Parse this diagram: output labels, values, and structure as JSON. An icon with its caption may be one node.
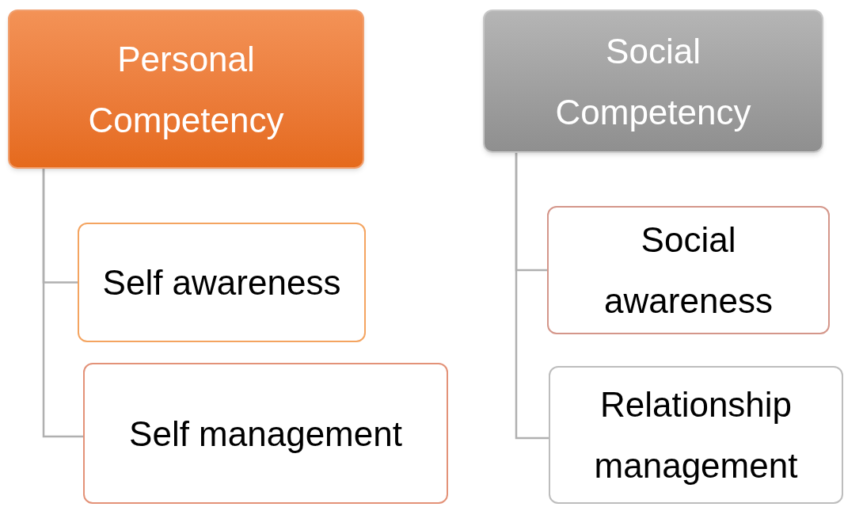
{
  "diagram": {
    "nodes": [
      {
        "text": [
          "Personal Competency"
        ]
      },
      {
        "text": [
          "Self awareness"
        ]
      },
      {
        "text": [
          "Self management"
        ]
      },
      {
        "text": [
          "Social Competency"
        ]
      },
      {
        "text": [
          "Social awareness"
        ]
      },
      {
        "text": [
          "Relationship management"
        ]
      }
    ],
    "edges": [
      {
        "from": 0,
        "to": 1,
        "arrow": "none"
      },
      {
        "from": 0,
        "to": 2,
        "arrow": "none"
      },
      {
        "from": 3,
        "to": 4,
        "arrow": "none"
      },
      {
        "from": 3,
        "to": 5,
        "arrow": "none"
      }
    ]
  }
}
